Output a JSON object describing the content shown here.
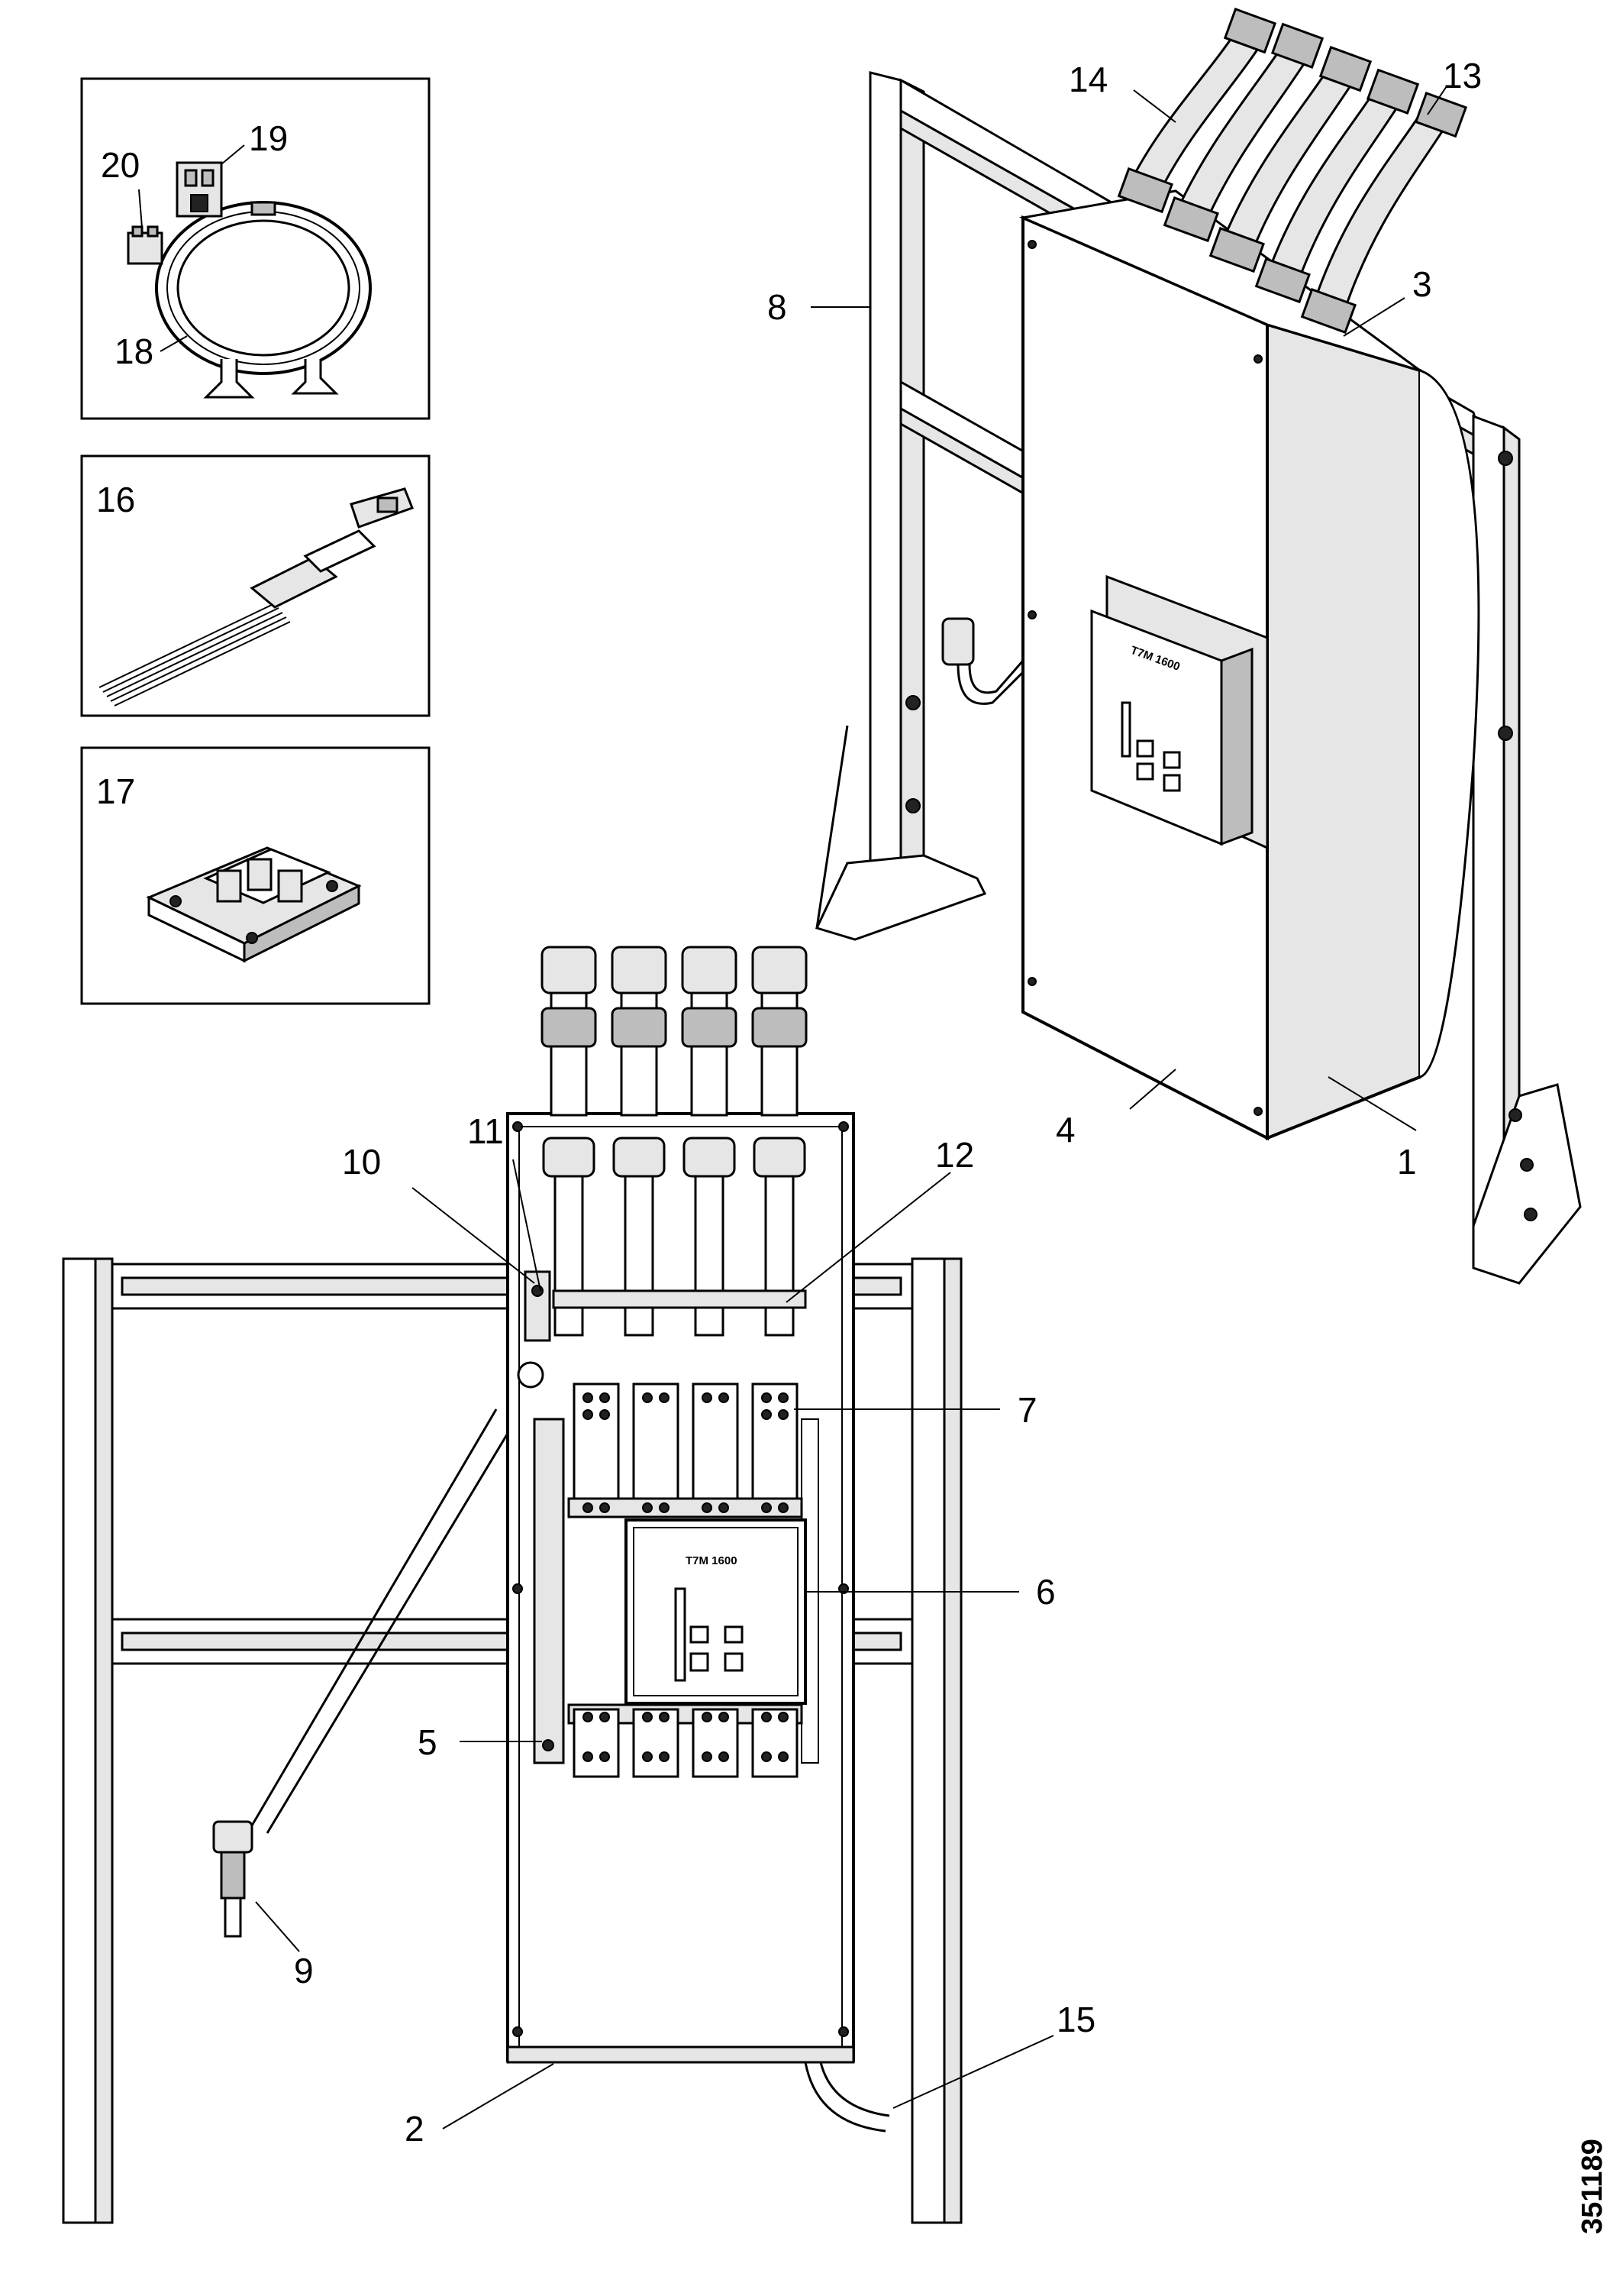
{
  "figure_id": "351189",
  "panel_labels": {
    "top_left": [
      "20",
      "19",
      "18"
    ],
    "middle_left": [
      "16"
    ],
    "lower_left": [
      "17"
    ]
  },
  "callouts": {
    "c1": "1",
    "c2": "2",
    "c3": "3",
    "c4": "4",
    "c5": "5",
    "c6": "6",
    "c7": "7",
    "c8": "8",
    "c9": "9",
    "c10": "10",
    "c11": "11",
    "c12": "12",
    "c13": "13",
    "c14": "14",
    "c15": "15",
    "c16": "16",
    "c17": "17",
    "c18": "18",
    "c19": "19",
    "c20": "20"
  },
  "device_label_front": "T7M 1600",
  "device_label_rear": "T7M 1600"
}
